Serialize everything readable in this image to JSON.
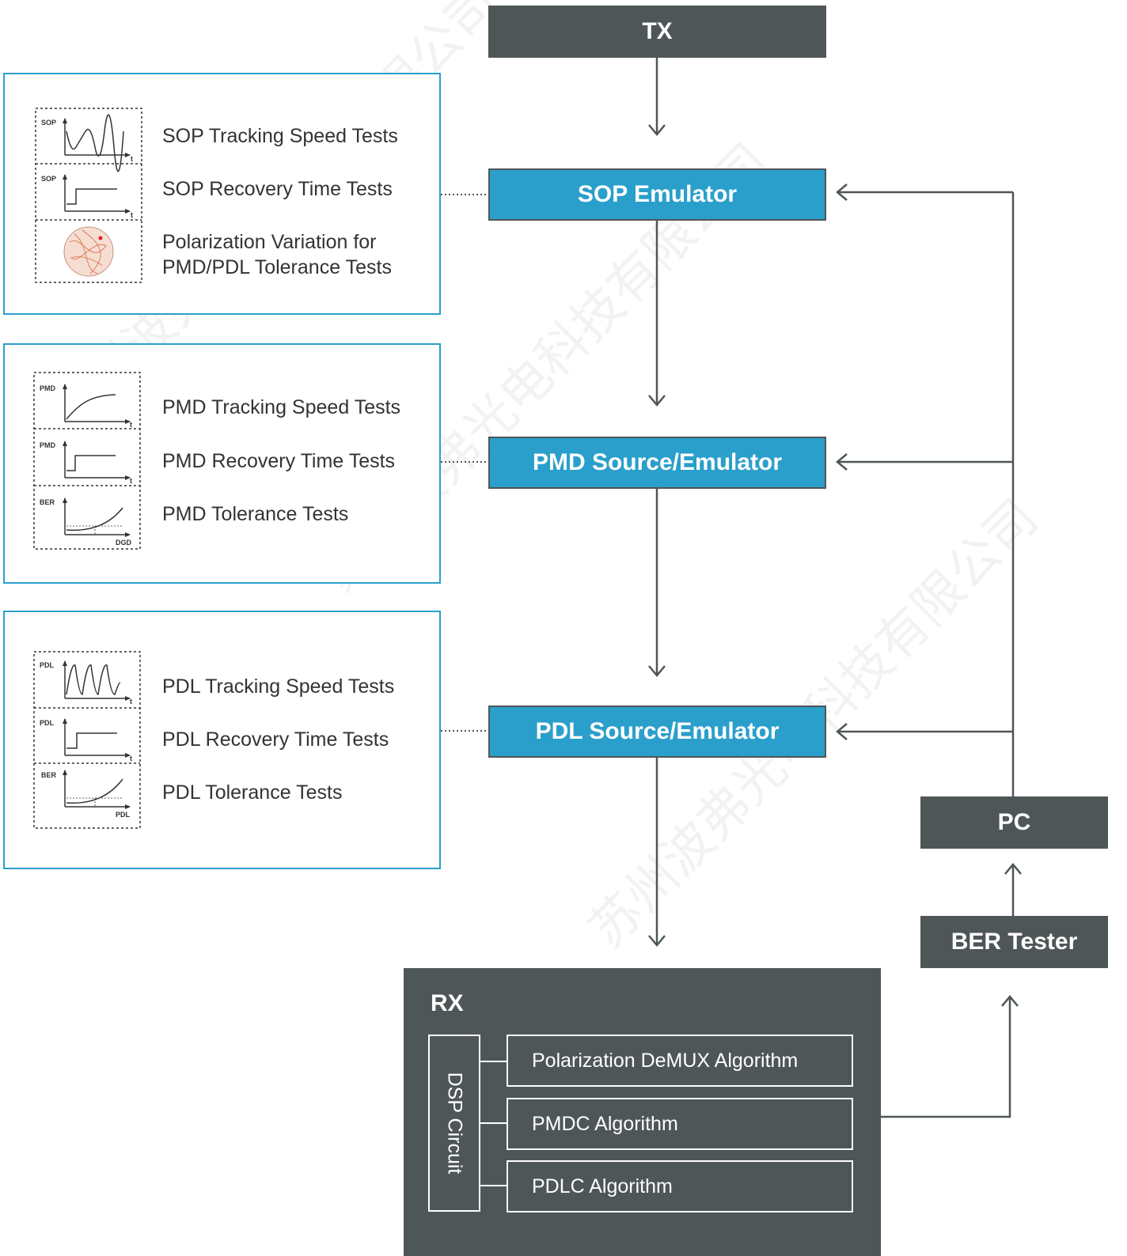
{
  "blocks": {
    "tx": "TX",
    "sop_emulator": "SOP Emulator",
    "pmd_emulator": "PMD Source/Emulator",
    "pdl_emulator": "PDL Source/Emulator",
    "pc": "PC",
    "ber_tester": "BER Tester",
    "rx": "RX",
    "dsp": "DSP Circuit",
    "algorithms": [
      "Polarization DeMUX Algorithm",
      "PMDC Algorithm",
      "PDLC Algorithm"
    ]
  },
  "panels": {
    "sop": {
      "tests": [
        "SOP Tracking Speed Tests",
        "SOP Recovery Time Tests",
        "Polarization Variation for",
        "PMD/PDL Tolerance Tests"
      ],
      "icons": [
        {
          "ylabel": "SOP",
          "xlabel": "t",
          "curve": "sine"
        },
        {
          "ylabel": "SOP",
          "xlabel": "t",
          "curve": "step"
        },
        {
          "ylabel": "",
          "xlabel": "",
          "curve": "sphere"
        }
      ]
    },
    "pmd": {
      "tests": [
        "PMD Tracking Speed Tests",
        "PMD Recovery Time Tests",
        "PMD Tolerance Tests"
      ],
      "icons": [
        {
          "ylabel": "PMD",
          "xlabel": "t",
          "curve": "rise"
        },
        {
          "ylabel": "PMD",
          "xlabel": "t",
          "curve": "step"
        },
        {
          "ylabel": "BER",
          "xlabel": "DGD",
          "curve": "parabola"
        }
      ]
    },
    "pdl": {
      "tests": [
        "PDL Tracking Speed Tests",
        "PDL Recovery Time Tests",
        "PDL Tolerance Tests"
      ],
      "icons": [
        {
          "ylabel": "PDL",
          "xlabel": "t",
          "curve": "sawtooth"
        },
        {
          "ylabel": "PDL",
          "xlabel": "t",
          "curve": "step"
        },
        {
          "ylabel": "BER",
          "xlabel": "PDL",
          "curve": "parabola"
        }
      ]
    }
  },
  "watermark": "苏州波弗光电科技有限公司",
  "colors": {
    "dark": "#4f5657",
    "accent": "#2a9fcb",
    "line": "#4f5657"
  }
}
